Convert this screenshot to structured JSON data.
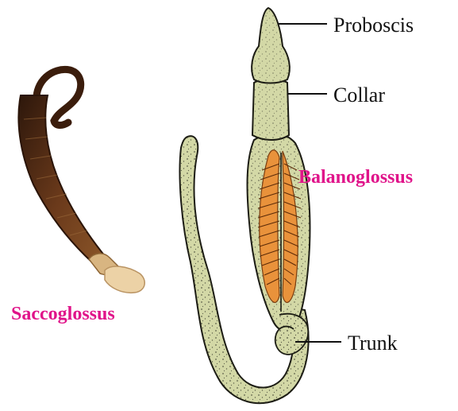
{
  "labels": {
    "proboscis": "Proboscis",
    "collar": "Collar",
    "trunk": "Trunk"
  },
  "specimens": {
    "left_name": "Saccoglossus",
    "right_name": "Balanoglossus"
  },
  "colors": {
    "accent_magenta": "#e0148a",
    "body_fill": "#d3d8a6",
    "body_outline": "#1c1c14",
    "gonad_orange": "#e9923b",
    "specimen_dark": "#5a2f17",
    "specimen_light": "#e3c79a"
  }
}
